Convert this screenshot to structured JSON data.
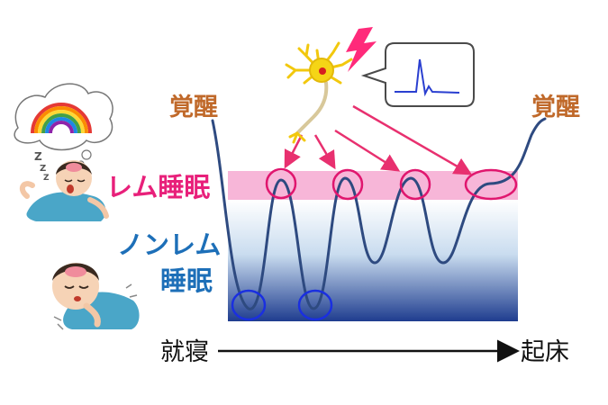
{
  "labels": {
    "wake_left": "覚醒",
    "wake_right": "覚醒",
    "rem": "レム睡眠",
    "nonrem_line1": "ノンレム",
    "nonrem_line2": "睡眠",
    "bedtime": "就寝",
    "wakeup": "起床"
  },
  "colors": {
    "wake": "#c0692a",
    "rem": "#e8207a",
    "nonrem": "#1d6fb8",
    "curve": "#2e4a80",
    "rem_band": "#f7b6d8",
    "deep_band": "#1f3d8f",
    "circle_rem": "#e0166e",
    "circle_deep": "#1a2fe0",
    "neuron": "#f5d516",
    "spike": "#2a3fd0",
    "lightning": "#ff2a7a",
    "arrow": "#e8306f"
  },
  "icons": [
    "sleeping-child-dreaming-icon",
    "sleeping-child-icon",
    "neuron-icon",
    "lightning-icon",
    "spike-waveform-icon"
  ]
}
